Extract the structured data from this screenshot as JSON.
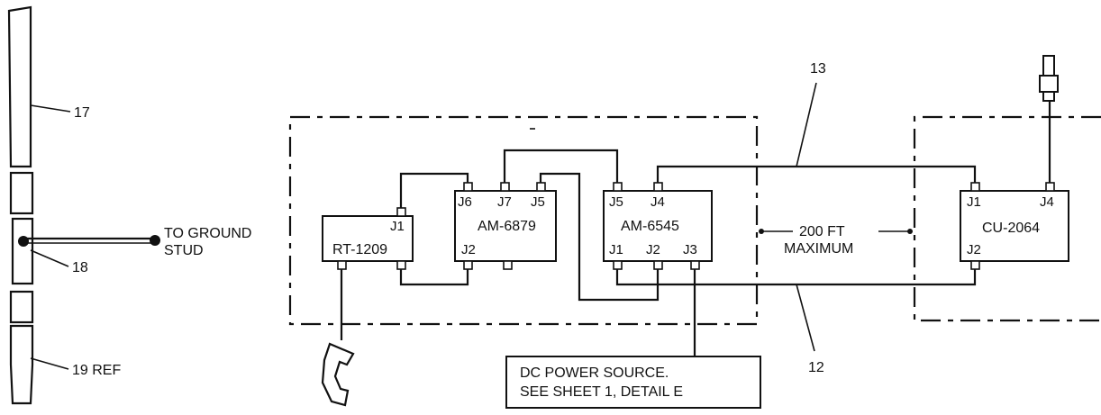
{
  "antenna": {
    "callouts": {
      "element_17": "17",
      "element_18": "18",
      "element_19": "19 REF"
    },
    "ground_label_line1": "TO GROUND",
    "ground_label_line2": "STUD"
  },
  "radio_enclosure": {
    "rt": {
      "name": "RT-1209",
      "j1": "J1"
    },
    "am_6879": {
      "name": "AM-6879",
      "j6": "J6",
      "j7": "J7",
      "j5": "J5",
      "j2": "J2"
    },
    "am_6545": {
      "name": "AM-6545",
      "j5": "J5",
      "j4": "J4",
      "j1": "J1",
      "j2": "J2",
      "j3": "J3"
    }
  },
  "distance": {
    "line1": "200 FT",
    "line2": "MAXIMUM"
  },
  "remote_enclosure": {
    "cu": {
      "name": "CU-2064",
      "j1": "J1",
      "j4": "J4",
      "j2": "J2"
    }
  },
  "cable_callouts": {
    "cable_13": "13",
    "cable_12": "12"
  },
  "power_note": {
    "line1": "DC POWER SOURCE.",
    "line2": "SEE SHEET 1, DETAIL E"
  }
}
